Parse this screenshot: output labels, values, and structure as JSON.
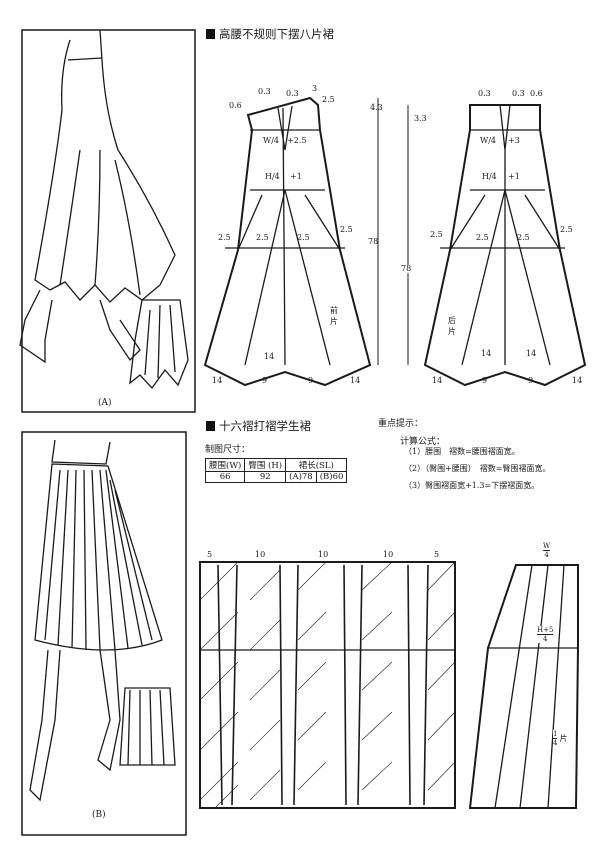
{
  "section1": {
    "title": "高腰不规则下摆八片裙",
    "front_label": "前片",
    "back_label": "后片",
    "front_dims": {
      "waist_left": "0.3",
      "waist_mid": "0.3",
      "corner": "3",
      "side_raise": "0.6",
      "right_raise": "2.5",
      "waist_formula": "W/4",
      "waist_add": "+2.5",
      "hip_formula": "H/4",
      "hip_add": "+1",
      "flare": [
        "2.5",
        "2.5",
        "2.5",
        "2.5"
      ],
      "hem_inner": "14",
      "hem": [
        "14",
        "9",
        "9",
        "14"
      ]
    },
    "center_dims": {
      "front_top": "4.3",
      "front_len": "78",
      "back_top": "3.3",
      "back_len": "78"
    },
    "back_dims": {
      "waist_left": "0.3",
      "waist_mid": "0.3",
      "side_raise": "0.6",
      "waist_formula": "W/4",
      "waist_add": "+3",
      "hip_formula": "H/4",
      "hip_add": "+1",
      "flare": [
        "2.5",
        "2.5",
        "2.5",
        "2.5"
      ],
      "hem_inner": [
        "14",
        "14"
      ],
      "hem": [
        "14",
        "9",
        "9",
        "14"
      ]
    }
  },
  "section2": {
    "title": "十六褶打褶学生裙",
    "spec_caption": "制图尺寸：",
    "spec_table": {
      "headers": [
        "腰围(W)",
        "臀围 (H)",
        "裙长(SL)"
      ],
      "values": [
        "66",
        "92",
        "(A)78",
        "(B)60"
      ]
    },
    "notes_title": "重点提示：",
    "formula_title": "计算公式：",
    "formulas": [
      "（1）腰围　褶数=腰围褶面宽。",
      "（2）（臀围+腰围）　褶数=臀围褶面宽。",
      "（3）臀围褶面宽+1.3=下摆褶面宽。"
    ],
    "pleat_dims": [
      "5",
      "10",
      "10",
      "10",
      "5"
    ],
    "panel": {
      "waist_num": "W",
      "waist_den": "4",
      "hip_num": "H+5",
      "hip_den": "4",
      "piece_num": "1",
      "piece_den": "4",
      "piece_label": "片"
    }
  },
  "illustrations": {
    "a_label": "(A)",
    "b_label": "(B)"
  }
}
